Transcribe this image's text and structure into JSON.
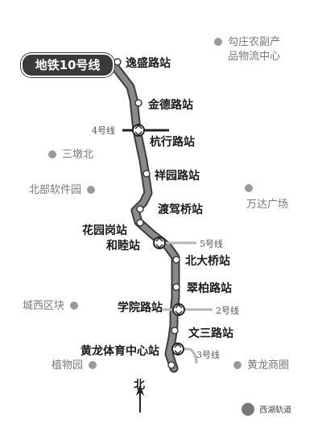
{
  "line": {
    "name": "地铁10号线",
    "color": "#5a5a5a"
  },
  "stations": [
    "逸盛路站",
    "金德路站",
    "杭行路站",
    "祥园路站",
    "渡驾桥站",
    "花园岗站",
    "和睦站",
    "北大桥站",
    "翠柏路站",
    "学院路站",
    "文三路站",
    "黄龙体育中心站"
  ],
  "transfer_lines": [
    "4号线",
    "5号线",
    "2号线",
    "3号线"
  ],
  "landmarks": [
    "勾庄农副产\n品物流中心",
    "三墩北",
    "北部软件园",
    "万达广场",
    "城西区块",
    "植物园",
    "黄龙商圈"
  ],
  "north_label": "北",
  "watermark": "西湖轨道"
}
